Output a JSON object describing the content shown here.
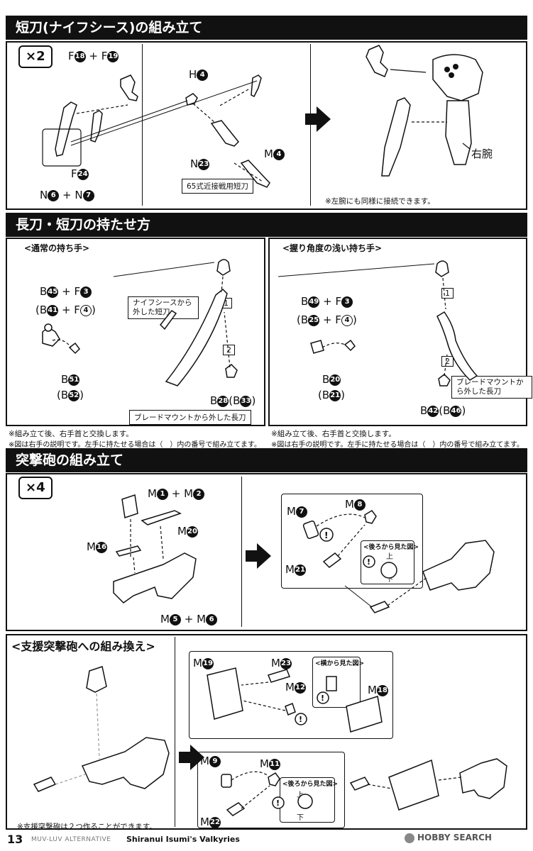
{
  "sections": {
    "s1_title": "短刀(ナイフシース)の組み立て",
    "s2_title": "長刀・短刀の持たせ方",
    "s3_title": "突撃砲の組み立て",
    "s4_title": "<支援突撃砲への組み換え>"
  },
  "s1": {
    "badge": "×2",
    "f18": "F",
    "f18n": "18",
    "plus1": "+",
    "f19": "F",
    "f19n": "19",
    "h4": "H",
    "h4n": "4",
    "f24": "F",
    "f24n": "24",
    "n23": "N",
    "n23n": "23",
    "m4": "M",
    "m4n": "4",
    "n6": "N",
    "n6n": "6",
    "plus2": "+",
    "n7": "N",
    "n7n": "7",
    "knife_label": "65式近接戦用短刀",
    "right_arm": "右腕",
    "note": "※左腕にも同様に接続できます。"
  },
  "s2": {
    "left_sub": "<通常の持ち手>",
    "right_sub": "<握り角度の浅い持ち手>",
    "l_b45": "B",
    "l_b45n": "45",
    "l_plus1": "+",
    "l_f3": "F",
    "l_f3n": "3",
    "l_b41": "(B",
    "l_b41n": "41",
    "l_plus2": "+",
    "l_f4": "F",
    "l_f4n": "4",
    "l_close": ")",
    "l_b51": "B",
    "l_b51n": "51",
    "l_b52": "(B",
    "l_b52n": "52",
    "l_b52c": ")",
    "sheath_box": "ナイフシースから外した短刀",
    "b28": "B",
    "b28n": "28",
    "b33": "(B",
    "b33n": "33",
    "b33c": ")",
    "long_box": "ブレードマウントから外した長刀",
    "step1": "1",
    "step2": "2",
    "r_b49": "B",
    "r_b49n": "49",
    "r_plus1": "+",
    "r_f3": "F",
    "r_f3n": "3",
    "r_b25": "(B",
    "r_b25n": "25",
    "r_plus2": "+",
    "r_f4": "F",
    "r_f4n": "4",
    "r_close": ")",
    "r_b20": "B",
    "r_b20n": "20",
    "r_b21": "(B",
    "r_b21n": "21",
    "r_b21c": ")",
    "r_box": "ブレードマウントから外した長刀",
    "b42": "B",
    "b42n": "42",
    "b46": "(B",
    "b46n": "46",
    "b46c": ")",
    "note_l1": "※組み立て後、右手首と交換します。",
    "note_l2": "※図は右手の説明です。左手に持たせる場合は（　）内の番号で組み立てます。",
    "note_r1": "※組み立て後、右手首と交換します。",
    "note_r2": "※図は右手の説明です。左手に持たせる場合は（　）内の番号で組み立てます。"
  },
  "s3": {
    "badge": "×4",
    "m1": "M",
    "m1n": "1",
    "plus1": "+",
    "m2": "M",
    "m2n": "2",
    "m20": "M",
    "m20n": "20",
    "m16": "M",
    "m16n": "16",
    "m5": "M",
    "m5n": "5",
    "plus2": "+",
    "m6": "M",
    "m6n": "6",
    "m7": "M",
    "m7n": "7",
    "m8": "M",
    "m8n": "8",
    "m21": "M",
    "m21n": "21",
    "rear_view": "<後ろから見た図>",
    "up": "上",
    "down": "下"
  },
  "s4": {
    "m23": "M",
    "m23n": "23",
    "m19": "M",
    "m19n": "19",
    "side_view": "<横から見た図>",
    "m12": "M",
    "m12n": "12",
    "m18": "M",
    "m18n": "18",
    "m9": "M",
    "m9n": "9",
    "m11": "M",
    "m11n": "11",
    "rear_view": "<後ろから見た図>",
    "up": "上",
    "down": "下",
    "m22": "M",
    "m22n": "22",
    "note": "※支援突撃砲は２つ作ることができます。"
  },
  "footer": {
    "page": "13",
    "series": "MUV-LUV ALTERNATIVE",
    "model": "Shiranui Isumi's Valkyries",
    "logo": "HOBBY SEARCH"
  }
}
